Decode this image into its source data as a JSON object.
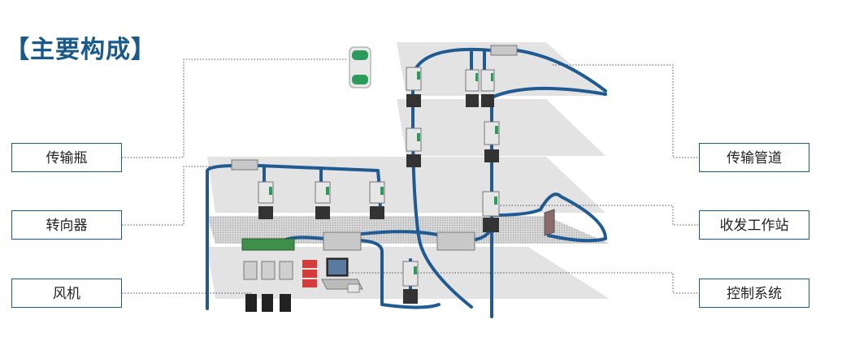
{
  "title": "【主要构成】",
  "labels": {
    "bottle": "传输瓶",
    "diverter": "转向器",
    "blower": "风机",
    "pipeline": "传输管道",
    "station": "收发工作站",
    "control": "控制系统"
  },
  "colors": {
    "pipe": "#1f5a93",
    "accent": "#1b5b8c",
    "floor": "#d9d9d9",
    "station_screen": "#2c9a5a",
    "fire_box": "#d43c3c",
    "manifold": "#3f8f4a"
  }
}
